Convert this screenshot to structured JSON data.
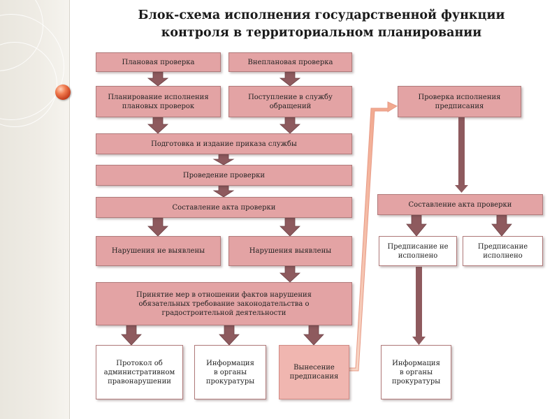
{
  "title": {
    "line1": "Блок-схема исполнения государственной функции",
    "line2": "контроля в территориальном планировании"
  },
  "boxes": {
    "planned_check": "Плановая проверка",
    "unplanned_check": "Внеплановая проверка",
    "planning": "Планирование исполнения плановых проверок",
    "appeals": "Поступление в службу обращений",
    "order": "Подготовка и издание приказа службы",
    "conduct": "Проведение проверки",
    "act_left": "Составление акта проверки",
    "no_violations": "Нарушения не выявлены",
    "violations": "Нарушения выявлены",
    "measures": "Принятие мер в отношении фактов нарушения обязательных требование законодательства о градостроительной деятельности",
    "protocol": "Протокол об административном правонарушении",
    "info_left": "Информация в органы прокуратуры",
    "issue_order": "Вынесение предписания",
    "check_execution": "Проверка исполнения предписания",
    "act_right": "Составление акта проверки",
    "order_not_executed": "Предписание не исполнено",
    "order_executed": "Предписание исполнено",
    "info_right": "Информация в органы прокуратуры"
  },
  "colors": {
    "box_fill": "#e3a3a4",
    "box_border": "#b07a7a",
    "arrow_fill": "#8e5a5e",
    "feedback_arrow": "#f2b7a6"
  }
}
